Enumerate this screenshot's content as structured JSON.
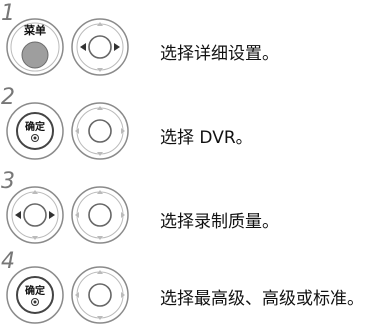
{
  "steps": [
    {
      "number": "1",
      "button_label": "菜单",
      "instruction": "选择详细设置。"
    },
    {
      "number": "2",
      "button_label": "确定",
      "instruction": "选择 DVR。"
    },
    {
      "number": "3",
      "button_label": "",
      "instruction": "选择录制质量。"
    },
    {
      "number": "4",
      "button_label": "确定",
      "instruction": "选择最高级、高级或标准。"
    }
  ],
  "colors": {
    "stroke": "#8a8a8a",
    "gray_button": "#9e9e9e",
    "text": "#111111"
  }
}
